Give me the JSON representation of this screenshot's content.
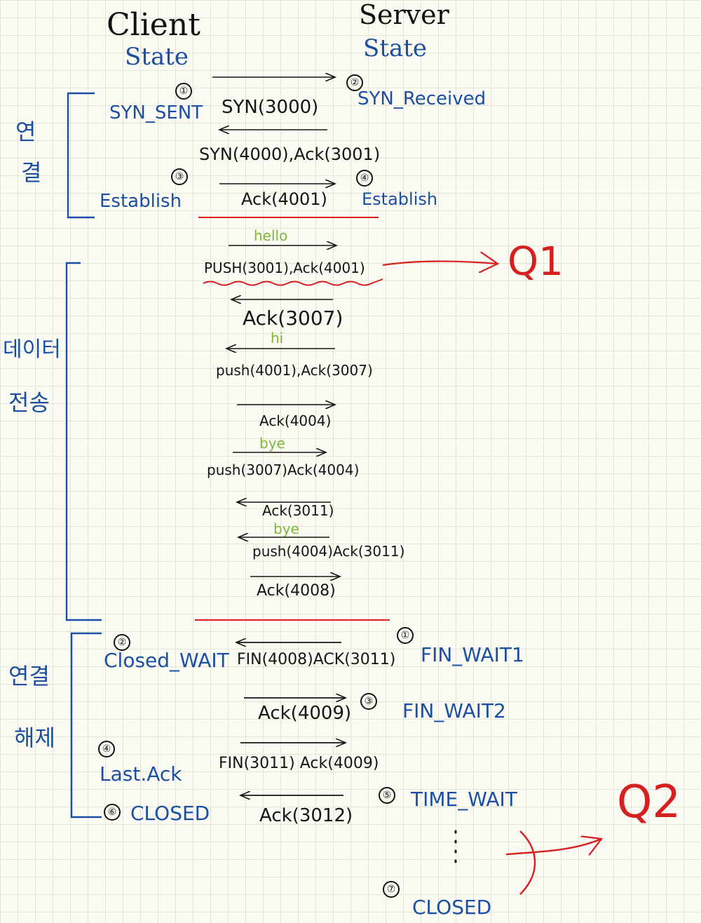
{
  "header": {
    "client": "Client",
    "client_state": "State",
    "server": "Server",
    "server_state": "State"
  },
  "phases": {
    "connect": [
      "연",
      "결"
    ],
    "data": [
      "데이터",
      "전송"
    ],
    "disconnect": [
      "연결",
      "해제"
    ]
  },
  "connect": {
    "step1": "①",
    "step2": "②",
    "step3": "③",
    "step4": "④",
    "client_syn_sent": "SYN_SENT",
    "server_syn_received": "SYN_Received",
    "client_establish": "Establish",
    "server_establish": "Establish",
    "msg_syn": "SYN(3000)",
    "msg_synack": "SYN(4000),Ack(3001)",
    "msg_ack": "Ack(4001)"
  },
  "transfer": {
    "hello": "hello",
    "push1": "PUSH(3001),Ack(4001)",
    "ack1": "Ack(3007)",
    "hi": "hi",
    "push2": "push(4001),Ack(3007)",
    "ack2": "Ack(4004)",
    "bye1": "bye",
    "push3": "push(3007)Ack(4004)",
    "ack3": "Ack(3011)",
    "bye2": "bye",
    "push4": "push(4004)Ack(3011)",
    "ack4": "Ack(4008)"
  },
  "disconnect": {
    "step1": "①",
    "step2": "②",
    "step3": "③",
    "step4": "④",
    "step5": "⑤",
    "step6": "⑥",
    "step7": "⑦",
    "client_closed_wait": "Closed_WAIT",
    "server_fin_wait1": "FIN_WAIT1",
    "server_fin_wait2": "FIN_WAIT2",
    "client_last_ack": "Last.Ack",
    "client_closed": "CLOSED",
    "server_time_wait": "TIME_WAIT",
    "server_closed": "CLOSED",
    "msg_fin1": "FIN(4008)ACK(3011)",
    "msg_ack1": "Ack(4009)",
    "msg_fin2": "FIN(3011) Ack(4009)",
    "msg_ack2": "Ack(3012)"
  },
  "questions": {
    "q1": "Q1",
    "q2": "Q2"
  },
  "colors": {
    "ink": "#151515",
    "blue": "#1a4fa3",
    "green": "#7ab83a",
    "red": "#d62020"
  }
}
